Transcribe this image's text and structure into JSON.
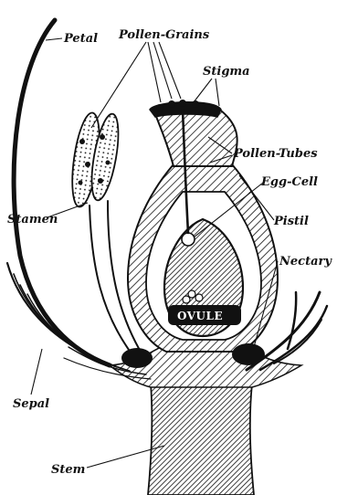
{
  "labels": {
    "petal": "Petal",
    "pollen_grains": "Pollen-Grains",
    "stigma": "Stigma",
    "pollen_tubes": "Pollen-Tubes",
    "egg_cell": "Egg-Cell",
    "stamen": "Stamen",
    "pistil": "Pistil",
    "nectary": "Nectary",
    "ovule": "OVULE",
    "sepal": "Sepal",
    "stem": "Stem"
  },
  "colors": {
    "ink": "#111111",
    "paper": "#ffffff"
  }
}
